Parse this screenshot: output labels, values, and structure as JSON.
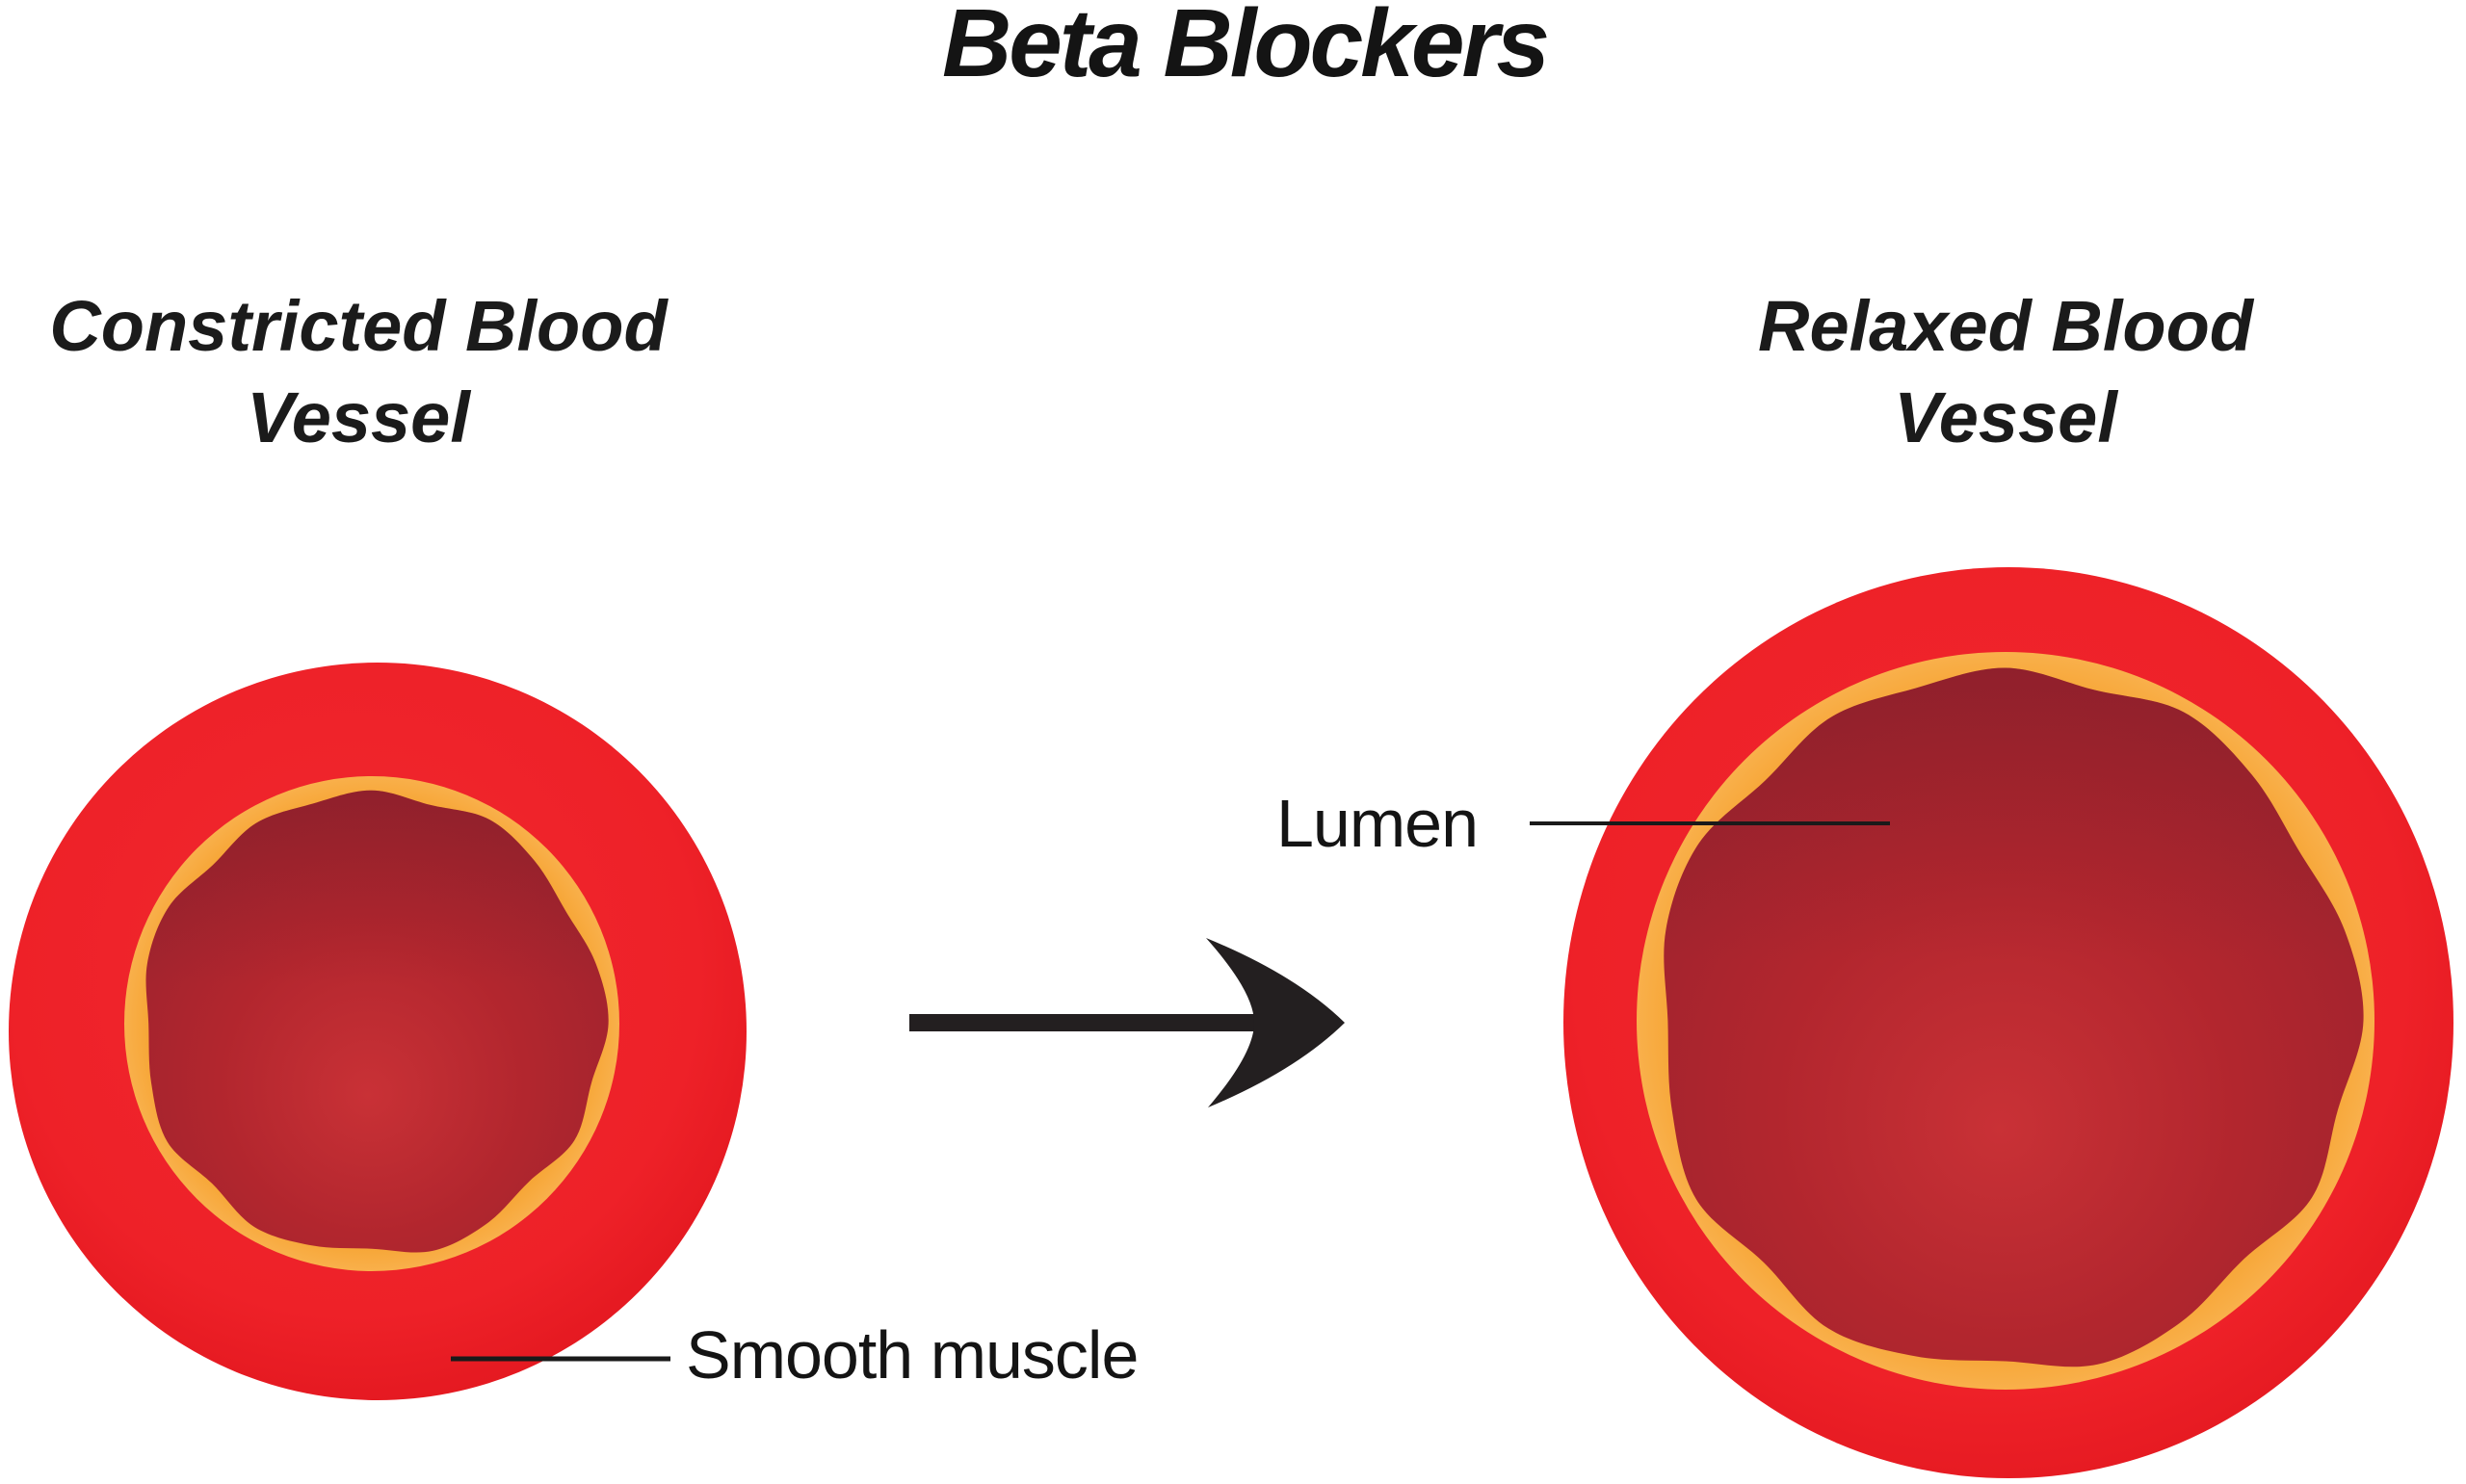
{
  "title": "Beta Blockers",
  "left_vessel": {
    "heading_line1": "Constricted Blood",
    "heading_line2": "Vessel"
  },
  "right_vessel": {
    "heading_line1": "Relaxed Blood",
    "heading_line2": "Vessel"
  },
  "annotations": {
    "lumen_label": "Lumen",
    "smooth_muscle_label": "Smooth muscle"
  },
  "colors": {
    "background": "#ffffff",
    "outer_red_center": "#f1282f",
    "outer_red": "#ee2128",
    "outer_red_edge": "#e2171f",
    "orange_deep": "#f49d25",
    "orange_light": "#f9b04b",
    "lumen_highlight": "#c93136",
    "lumen_mid": "#b2262e",
    "lumen_dark": "#97222e",
    "lumen_top_shade": "#6f1a26",
    "arrow_black": "#231f20",
    "line_black": "#1a1a1a"
  }
}
